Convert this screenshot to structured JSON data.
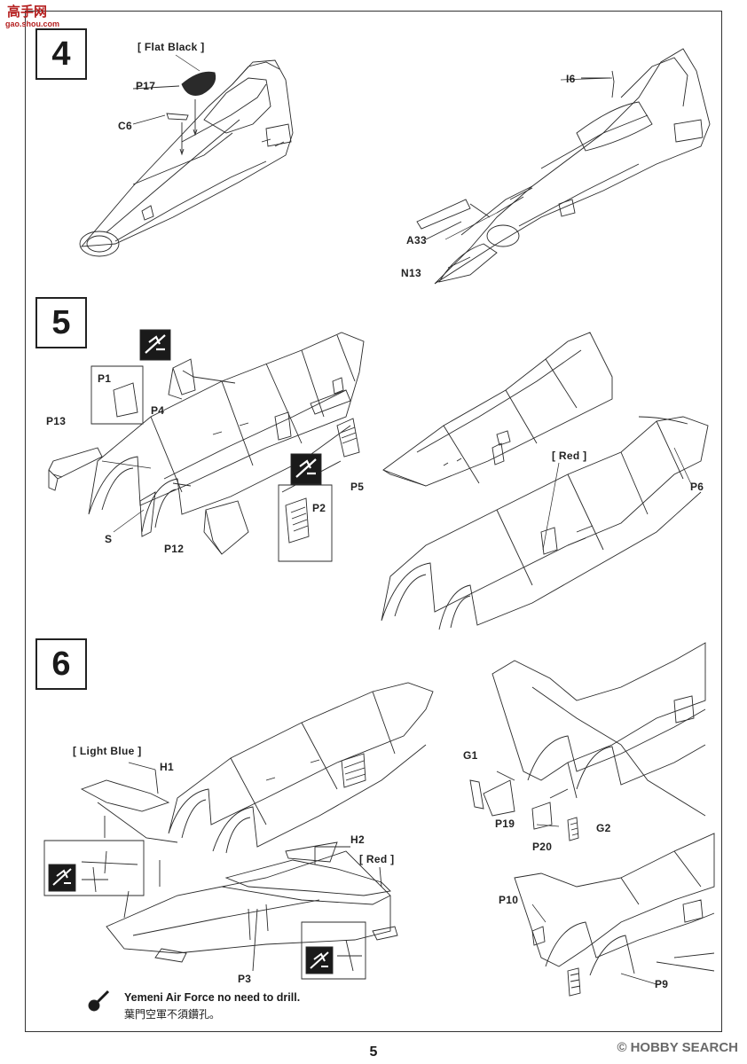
{
  "watermark": {
    "site_cn": "高手网",
    "site_url": "gao.shou.com",
    "brand": "HOBBY SEARCH",
    "brand_prefix": "©"
  },
  "page_number": "5",
  "steps": [
    {
      "number": "4"
    },
    {
      "number": "5"
    },
    {
      "number": "6"
    }
  ],
  "labels": {
    "flat_black": "[ Flat Black ]",
    "p17": "P17",
    "c6": "C6",
    "i6": "I6",
    "a33": "A33",
    "n13": "N13",
    "p1": "P1",
    "p4": "P4",
    "p13": "P13",
    "s": "S",
    "p12": "P12",
    "p2": "P2",
    "p5": "P5",
    "red_5": "[ Red ]",
    "p6": "P6",
    "light_blue": "[ Light Blue ]",
    "h1": "H1",
    "h2": "H2",
    "red_6": "[ Red ]",
    "p3": "P3",
    "g1": "G1",
    "p19": "P19",
    "p20": "P20",
    "g2": "G2",
    "p10": "P10",
    "p9": "P9"
  },
  "note": {
    "en": "Yemeni Air Force no need to drill.",
    "zh": "葉門空軍不須鑽孔。",
    "icon": "drill-icon"
  },
  "colors": {
    "ink": "#1a1a1a",
    "fill_black": "#2a2a2a",
    "watermark_red": "#b52020"
  }
}
